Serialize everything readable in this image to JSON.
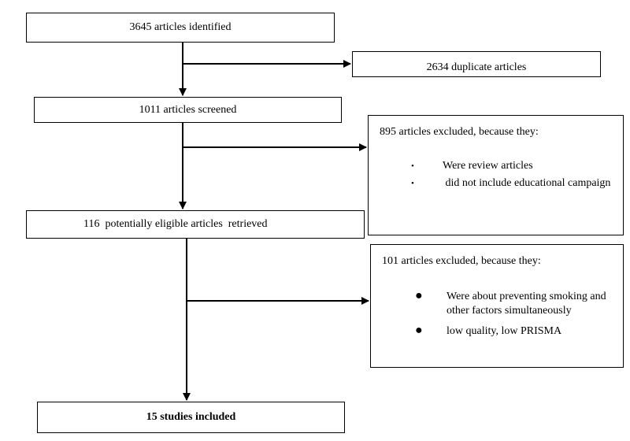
{
  "identified": "3645 articles identified",
  "duplicates": "2634 duplicate articles",
  "screened": "1011 articles screened",
  "excluded_1": {
    "header": "895 articles excluded, because they:",
    "reasons": [
      "Were review articles",
      " did not include educational campaign"
    ]
  },
  "retrieved": "116  potentially eligible articles  retrieved",
  "excluded_2": {
    "header": "101 articles excluded, because they:",
    "reasons": [
      "Were about preventing smoking and other factors simultaneously",
      "low quality, low PRISMA"
    ]
  },
  "included": "15 studies included"
}
